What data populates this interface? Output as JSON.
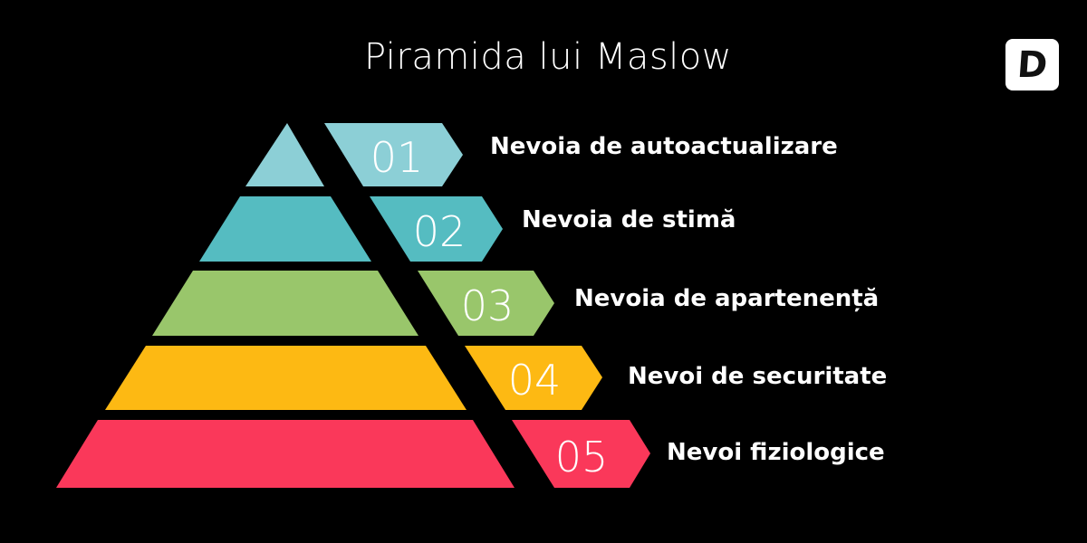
{
  "title": "Piramida lui Maslow",
  "logo": {
    "letter": "D",
    "icon": "brand-logo-d"
  },
  "levels": [
    {
      "number": "01",
      "label": "Nevoia de autoactualizare",
      "color": "#8ccfd6"
    },
    {
      "number": "02",
      "label": "Nevoia de stimă",
      "color": "#55bcc1"
    },
    {
      "number": "03",
      "label": "Nevoia de apartenență",
      "color": "#99c66b"
    },
    {
      "number": "04",
      "label": "Nevoi de securitate",
      "color": "#fdb913"
    },
    {
      "number": "05",
      "label": "Nevoi fiziologice",
      "color": "#fa385a"
    }
  ]
}
